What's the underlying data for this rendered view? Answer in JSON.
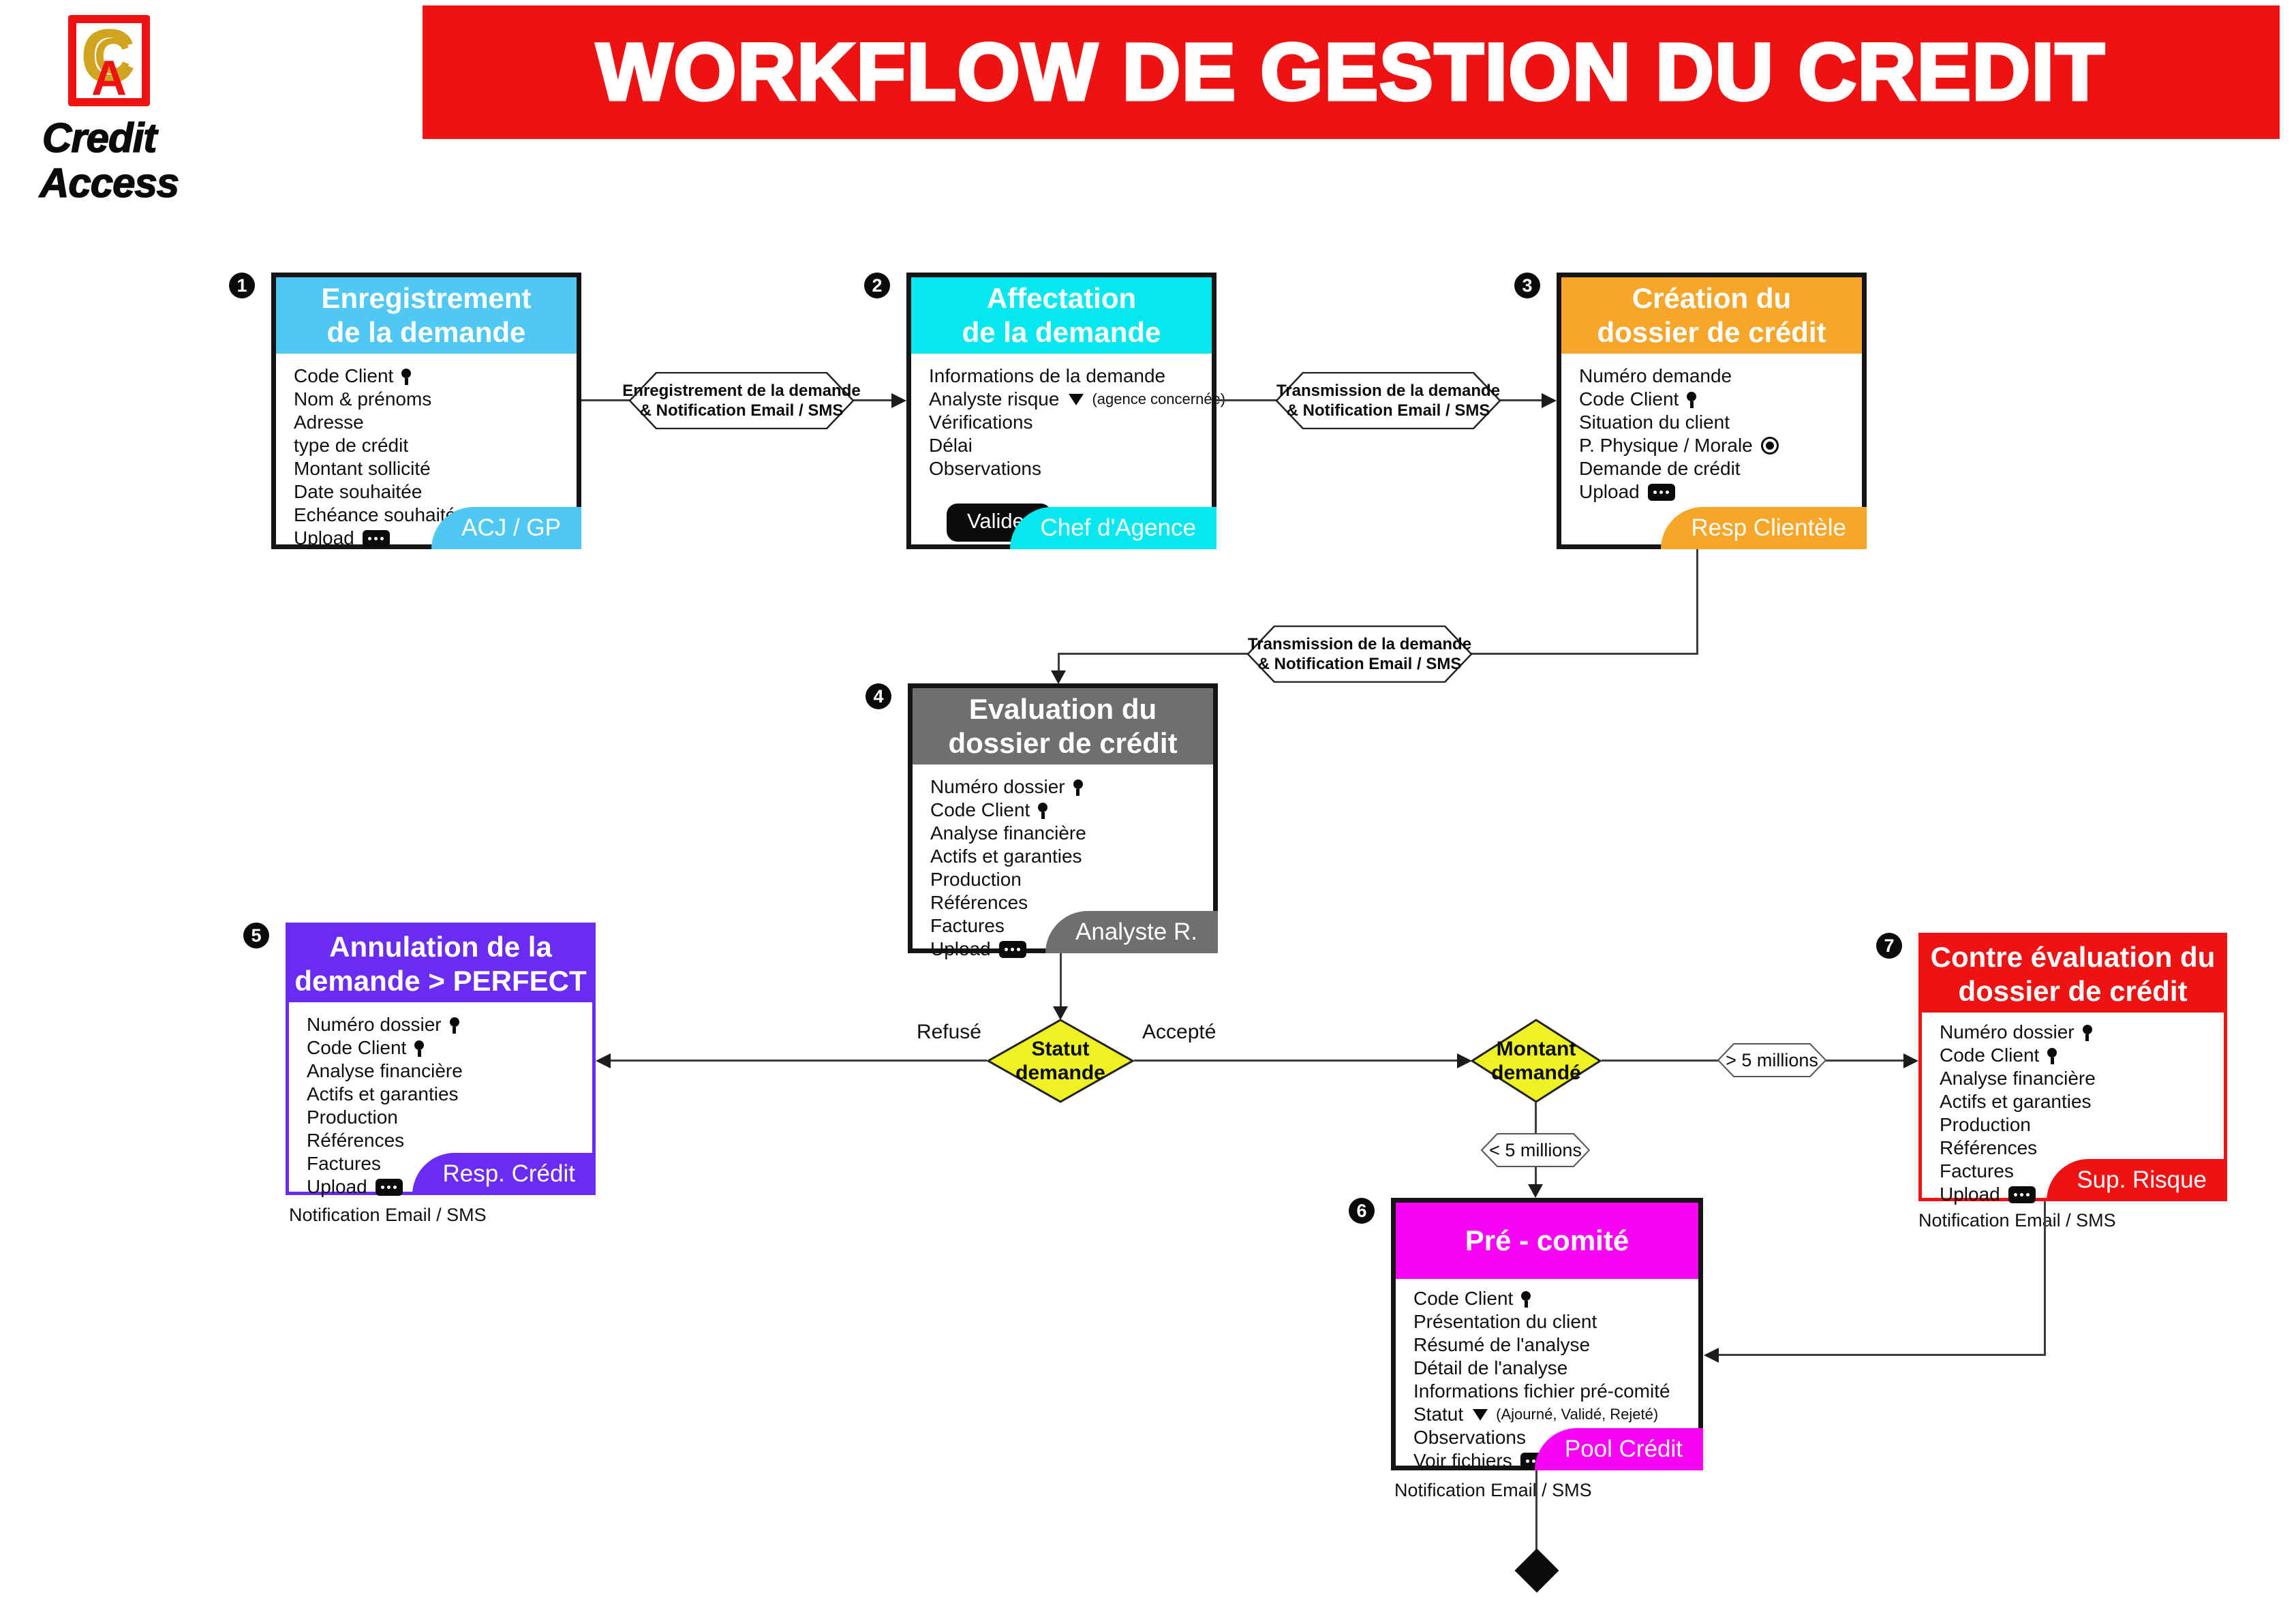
{
  "logo": {
    "monogram_c": "C",
    "monogram_a": "A",
    "name_line1": "Credit",
    "name_line2": "Access"
  },
  "title": "WORKFLOW DE GESTION DU CREDIT",
  "colors": {
    "title_red": "#EE1312",
    "blue": "#50C8F5",
    "cyan": "#06E8EF",
    "orange": "#F8A62A",
    "gray": "#6F6F6F",
    "purple": "#6A2CF2",
    "magenta": "#F803F3",
    "red": "#EE1312",
    "decision_yellow": "#EFF222",
    "gold": "#D1A41F",
    "black": "#0b0b0b"
  },
  "boxes": {
    "b1": {
      "num": "1",
      "title1": "Enregistrement",
      "title2": "de la demande",
      "tag": "ACJ / GP",
      "items": [
        "Code Client",
        "Nom & prénoms",
        "Adresse",
        "type de crédit",
        "Montant sollicité",
        "Date souhaitée",
        "Echéance souhaitée",
        "Upload"
      ]
    },
    "b2": {
      "num": "2",
      "title1": "Affectation",
      "title2": "de la demande",
      "tag": "Chef d'Agence",
      "items": [
        "Informations de la demande",
        "Analyste risque",
        "Vérifications",
        "Délai",
        "Observations"
      ],
      "note": "(agence concernée)",
      "button": "Valider"
    },
    "b3": {
      "num": "3",
      "title1": "Création du",
      "title2": "dossier de crédit",
      "tag": "Resp Clientèle",
      "items": [
        "Numéro demande",
        "Code Client",
        "Situation du client",
        "P. Physique / Morale",
        "Demande de crédit",
        "Upload"
      ]
    },
    "b4": {
      "num": "4",
      "title1": "Evaluation du",
      "title2": "dossier de crédit",
      "tag": "Analyste R.",
      "items": [
        "Numéro dossier",
        "Code Client",
        "Analyse financière",
        "Actifs et garanties",
        "Production",
        "Références",
        "Factures",
        "Upload"
      ]
    },
    "b5": {
      "num": "5",
      "title1": "Annulation de la",
      "title2": "demande > PERFECT",
      "tag": "Resp. Crédit",
      "items": [
        "Numéro dossier",
        "Code Client",
        "Analyse financière",
        "Actifs et garanties",
        "Production",
        "Références",
        "Factures",
        "Upload"
      ]
    },
    "b6": {
      "num": "6",
      "title1": "Pré - comité",
      "tag": "Pool Crédit",
      "items": [
        "Code Client",
        "Présentation du client",
        "Résumé de l'analyse",
        "Détail de l'analyse",
        "Informations fichier pré-comité",
        "Statut",
        "Observations",
        "Voir fichiers"
      ],
      "note": "(Ajourné, Validé, Rejeté)"
    },
    "b7": {
      "num": "7",
      "title1": "Contre évaluation du",
      "title2": "dossier de crédit",
      "tag": "Sup. Risque",
      "items": [
        "Numéro dossier",
        "Code Client",
        "Analyse financière",
        "Actifs et garanties",
        "Production",
        "Références",
        "Factures",
        "Upload"
      ]
    }
  },
  "decisions": {
    "d1": {
      "line1": "Statut",
      "line2": "demande"
    },
    "d2": {
      "line1": "Montant",
      "line2": "demandé"
    }
  },
  "edge_labels": {
    "refused": "Refusé",
    "accepted": "Accepté",
    "gt5": "> 5 millions",
    "lt5": "< 5 millions"
  },
  "connector_labels": {
    "reg": {
      "line1": "Enregistrement de la demande",
      "line2": "& Notification Email / SMS"
    },
    "trans": {
      "line1": "Transmission de la demande",
      "line2": "& Notification Email / SMS"
    }
  },
  "notes": {
    "notif": "Notification Email / SMS"
  }
}
